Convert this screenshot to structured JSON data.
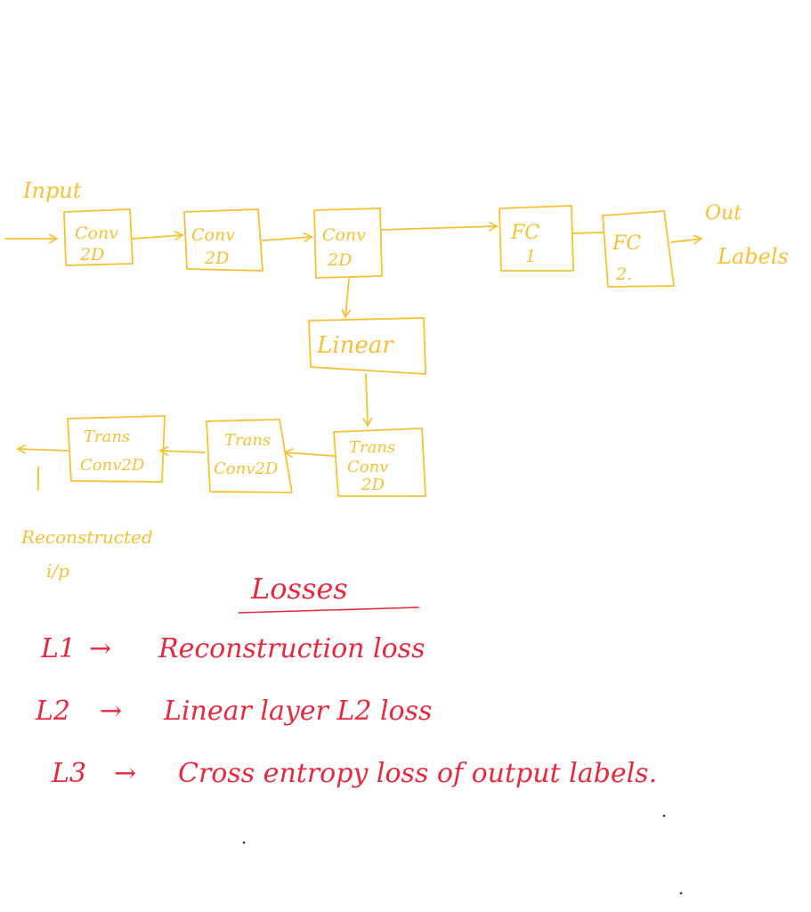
{
  "colors": {
    "diagram": "#f5c033",
    "losses": "#e8283e",
    "background": "#ffffff"
  },
  "diagram": {
    "input_label": "Input",
    "encoder": {
      "conv1": [
        "Conv",
        "2D"
      ],
      "conv2": [
        "Conv",
        "2D"
      ],
      "conv3": [
        "Conv",
        "2D"
      ]
    },
    "fc1": [
      "FC",
      "1"
    ],
    "fc2": [
      "FC",
      "2."
    ],
    "output_label": [
      "Out",
      "Labels"
    ],
    "linear": "Linear",
    "decoder": {
      "trans1": [
        "Trans",
        "Conv",
        "2D"
      ],
      "trans2": [
        "Trans",
        "Conv2D"
      ],
      "trans3": [
        "Trans",
        "Conv2D"
      ]
    },
    "reconstructed_label": [
      "Reconstructed",
      "i/p"
    ]
  },
  "losses": {
    "title": "Losses",
    "items": [
      {
        "id": "L1",
        "text": "Reconstruction loss"
      },
      {
        "id": "L2",
        "text": "Linear layer L2 loss"
      },
      {
        "id": "L3",
        "text": "Cross entropy loss of output labels."
      }
    ]
  }
}
